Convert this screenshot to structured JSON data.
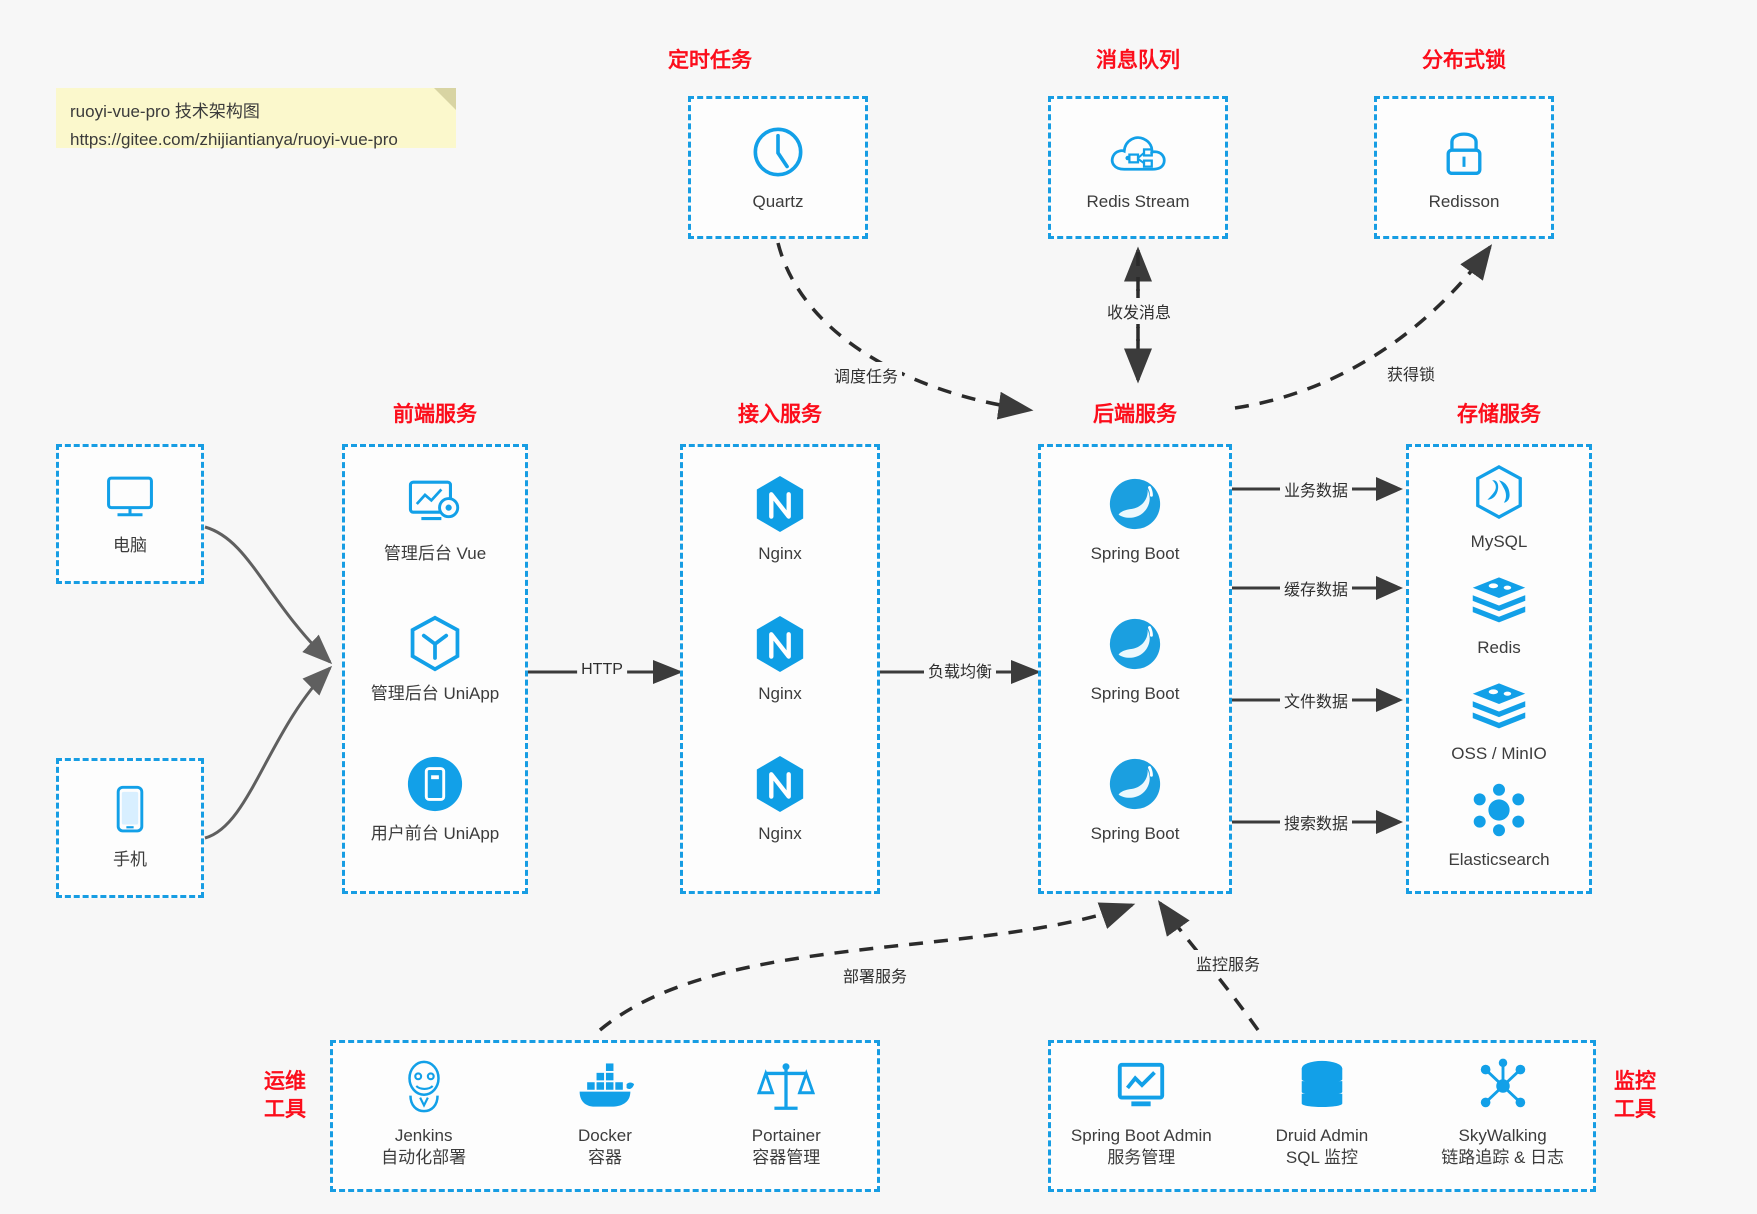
{
  "note": {
    "line1": "ruoyi-vue-pro 技术架构图",
    "line2": "https://gitee.com/zhijiantianya/ruoyi-vue-pro"
  },
  "colors": {
    "accent": "#179de3",
    "title": "#fc0d1b",
    "icon": "#12a0e8",
    "text": "#3c3c3c",
    "background": "#f7f7f7",
    "note_bg": "#fbf8cc",
    "edge": "#3b3b3b"
  },
  "groups": {
    "scheduled_task": {
      "title": "定时任务",
      "items": [
        {
          "label": "Quartz",
          "icon": "clock-icon"
        }
      ]
    },
    "message_queue": {
      "title": "消息队列",
      "items": [
        {
          "label": "Redis Stream",
          "icon": "cloud-network-icon"
        }
      ]
    },
    "distributed_lock": {
      "title": "分布式锁",
      "items": [
        {
          "label": "Redisson",
          "icon": "lock-icon"
        }
      ]
    },
    "devices": {
      "items": [
        {
          "label": "电脑",
          "icon": "desktop-icon"
        },
        {
          "label": "手机",
          "icon": "mobile-icon"
        }
      ]
    },
    "frontend": {
      "title": "前端服务",
      "items": [
        {
          "label": "管理后台 Vue",
          "icon": "dashboard-gear-icon"
        },
        {
          "label": "管理后台 UniApp",
          "icon": "cube-icon"
        },
        {
          "label": "用户前台 UniApp",
          "icon": "app-circle-icon"
        }
      ]
    },
    "gateway": {
      "title": "接入服务",
      "items": [
        {
          "label": "Nginx",
          "icon": "nginx-icon"
        },
        {
          "label": "Nginx",
          "icon": "nginx-icon"
        },
        {
          "label": "Nginx",
          "icon": "nginx-icon"
        }
      ]
    },
    "backend": {
      "title": "后端服务",
      "items": [
        {
          "label": "Spring Boot",
          "icon": "spring-icon"
        },
        {
          "label": "Spring Boot",
          "icon": "spring-icon"
        },
        {
          "label": "Spring Boot",
          "icon": "spring-icon"
        }
      ]
    },
    "storage": {
      "title": "存储服务",
      "items": [
        {
          "label": "MySQL",
          "icon": "mysql-icon"
        },
        {
          "label": "Redis",
          "icon": "redis-icon"
        },
        {
          "label": "OSS / MinIO",
          "icon": "oss-icon"
        },
        {
          "label": "Elasticsearch",
          "icon": "elasticsearch-icon"
        }
      ]
    },
    "devops": {
      "title_line1": "运维",
      "title_line2": "工具",
      "items": [
        {
          "label": "Jenkins",
          "sub": "自动化部署",
          "icon": "jenkins-icon"
        },
        {
          "label": "Docker",
          "sub": "容器",
          "icon": "docker-icon"
        },
        {
          "label": "Portainer",
          "sub": "容器管理",
          "icon": "portainer-icon"
        }
      ]
    },
    "monitor": {
      "title_line1": "监控",
      "title_line2": "工具",
      "items": [
        {
          "label": "Spring Boot Admin",
          "sub": "服务管理",
          "icon": "monitor-chart-icon"
        },
        {
          "label": "Druid Admin",
          "sub": "SQL 监控",
          "icon": "database-icon"
        },
        {
          "label": "SkyWalking",
          "sub": "链路追踪 & 日志",
          "icon": "skywalking-icon"
        }
      ]
    }
  },
  "edges": [
    {
      "id": "schedule",
      "label": "调度任务"
    },
    {
      "id": "mq",
      "label": "收发消息"
    },
    {
      "id": "lock",
      "label": "获得锁"
    },
    {
      "id": "http",
      "label": "HTTP"
    },
    {
      "id": "lb",
      "label": "负载均衡"
    },
    {
      "id": "biz",
      "label": "业务数据"
    },
    {
      "id": "cache",
      "label": "缓存数据"
    },
    {
      "id": "file",
      "label": "文件数据"
    },
    {
      "id": "search",
      "label": "搜索数据"
    },
    {
      "id": "deploy",
      "label": "部署服务"
    },
    {
      "id": "observe",
      "label": "监控服务"
    }
  ]
}
